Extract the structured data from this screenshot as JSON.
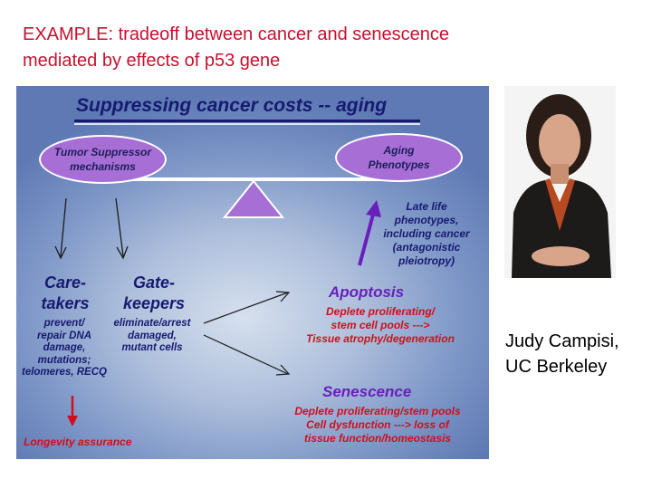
{
  "slide": {
    "title_line1": "EXAMPLE: tradeoff between cancer and senescence",
    "title_line2": "mediated by effects of p53 gene",
    "caption_line1": "Judy Campisi,",
    "caption_line2": "UC Berkeley"
  },
  "diagram": {
    "title": "Suppressing cancer costs -- aging",
    "left_oval": [
      "Tumor Suppressor",
      "mechanisms"
    ],
    "right_oval": [
      "Aging",
      "Phenotypes"
    ],
    "late_life": [
      "Late life",
      "phenotypes,",
      "including cancer",
      "(antagonistic",
      "pleiotropy)"
    ],
    "caretakers": {
      "heading": [
        "Care-",
        "takers"
      ],
      "desc": [
        "prevent/",
        "repair DNA",
        "damage,",
        "mutations;",
        "telomeres, RECQ"
      ]
    },
    "gatekeepers": {
      "heading": [
        "Gate-",
        "keepers"
      ],
      "desc": [
        "eliminate/arrest",
        "damaged,",
        "mutant cells"
      ]
    },
    "apoptosis": {
      "heading": "Apoptosis",
      "desc": [
        "Deplete proliferating/",
        "stem cell pools --->",
        "Tissue atrophy/degeneration"
      ]
    },
    "senescence": {
      "heading": "Senescence",
      "desc": [
        "Deplete proliferating/stem pools",
        "Cell dysfunction ---> loss of",
        "tissue function/homeostasis"
      ]
    },
    "longevity": "Longevity assurance",
    "colors": {
      "navy": "#161a70",
      "red": "#d10f1b",
      "purple": "#6a1fbd",
      "oval": "#a76fd6"
    }
  }
}
